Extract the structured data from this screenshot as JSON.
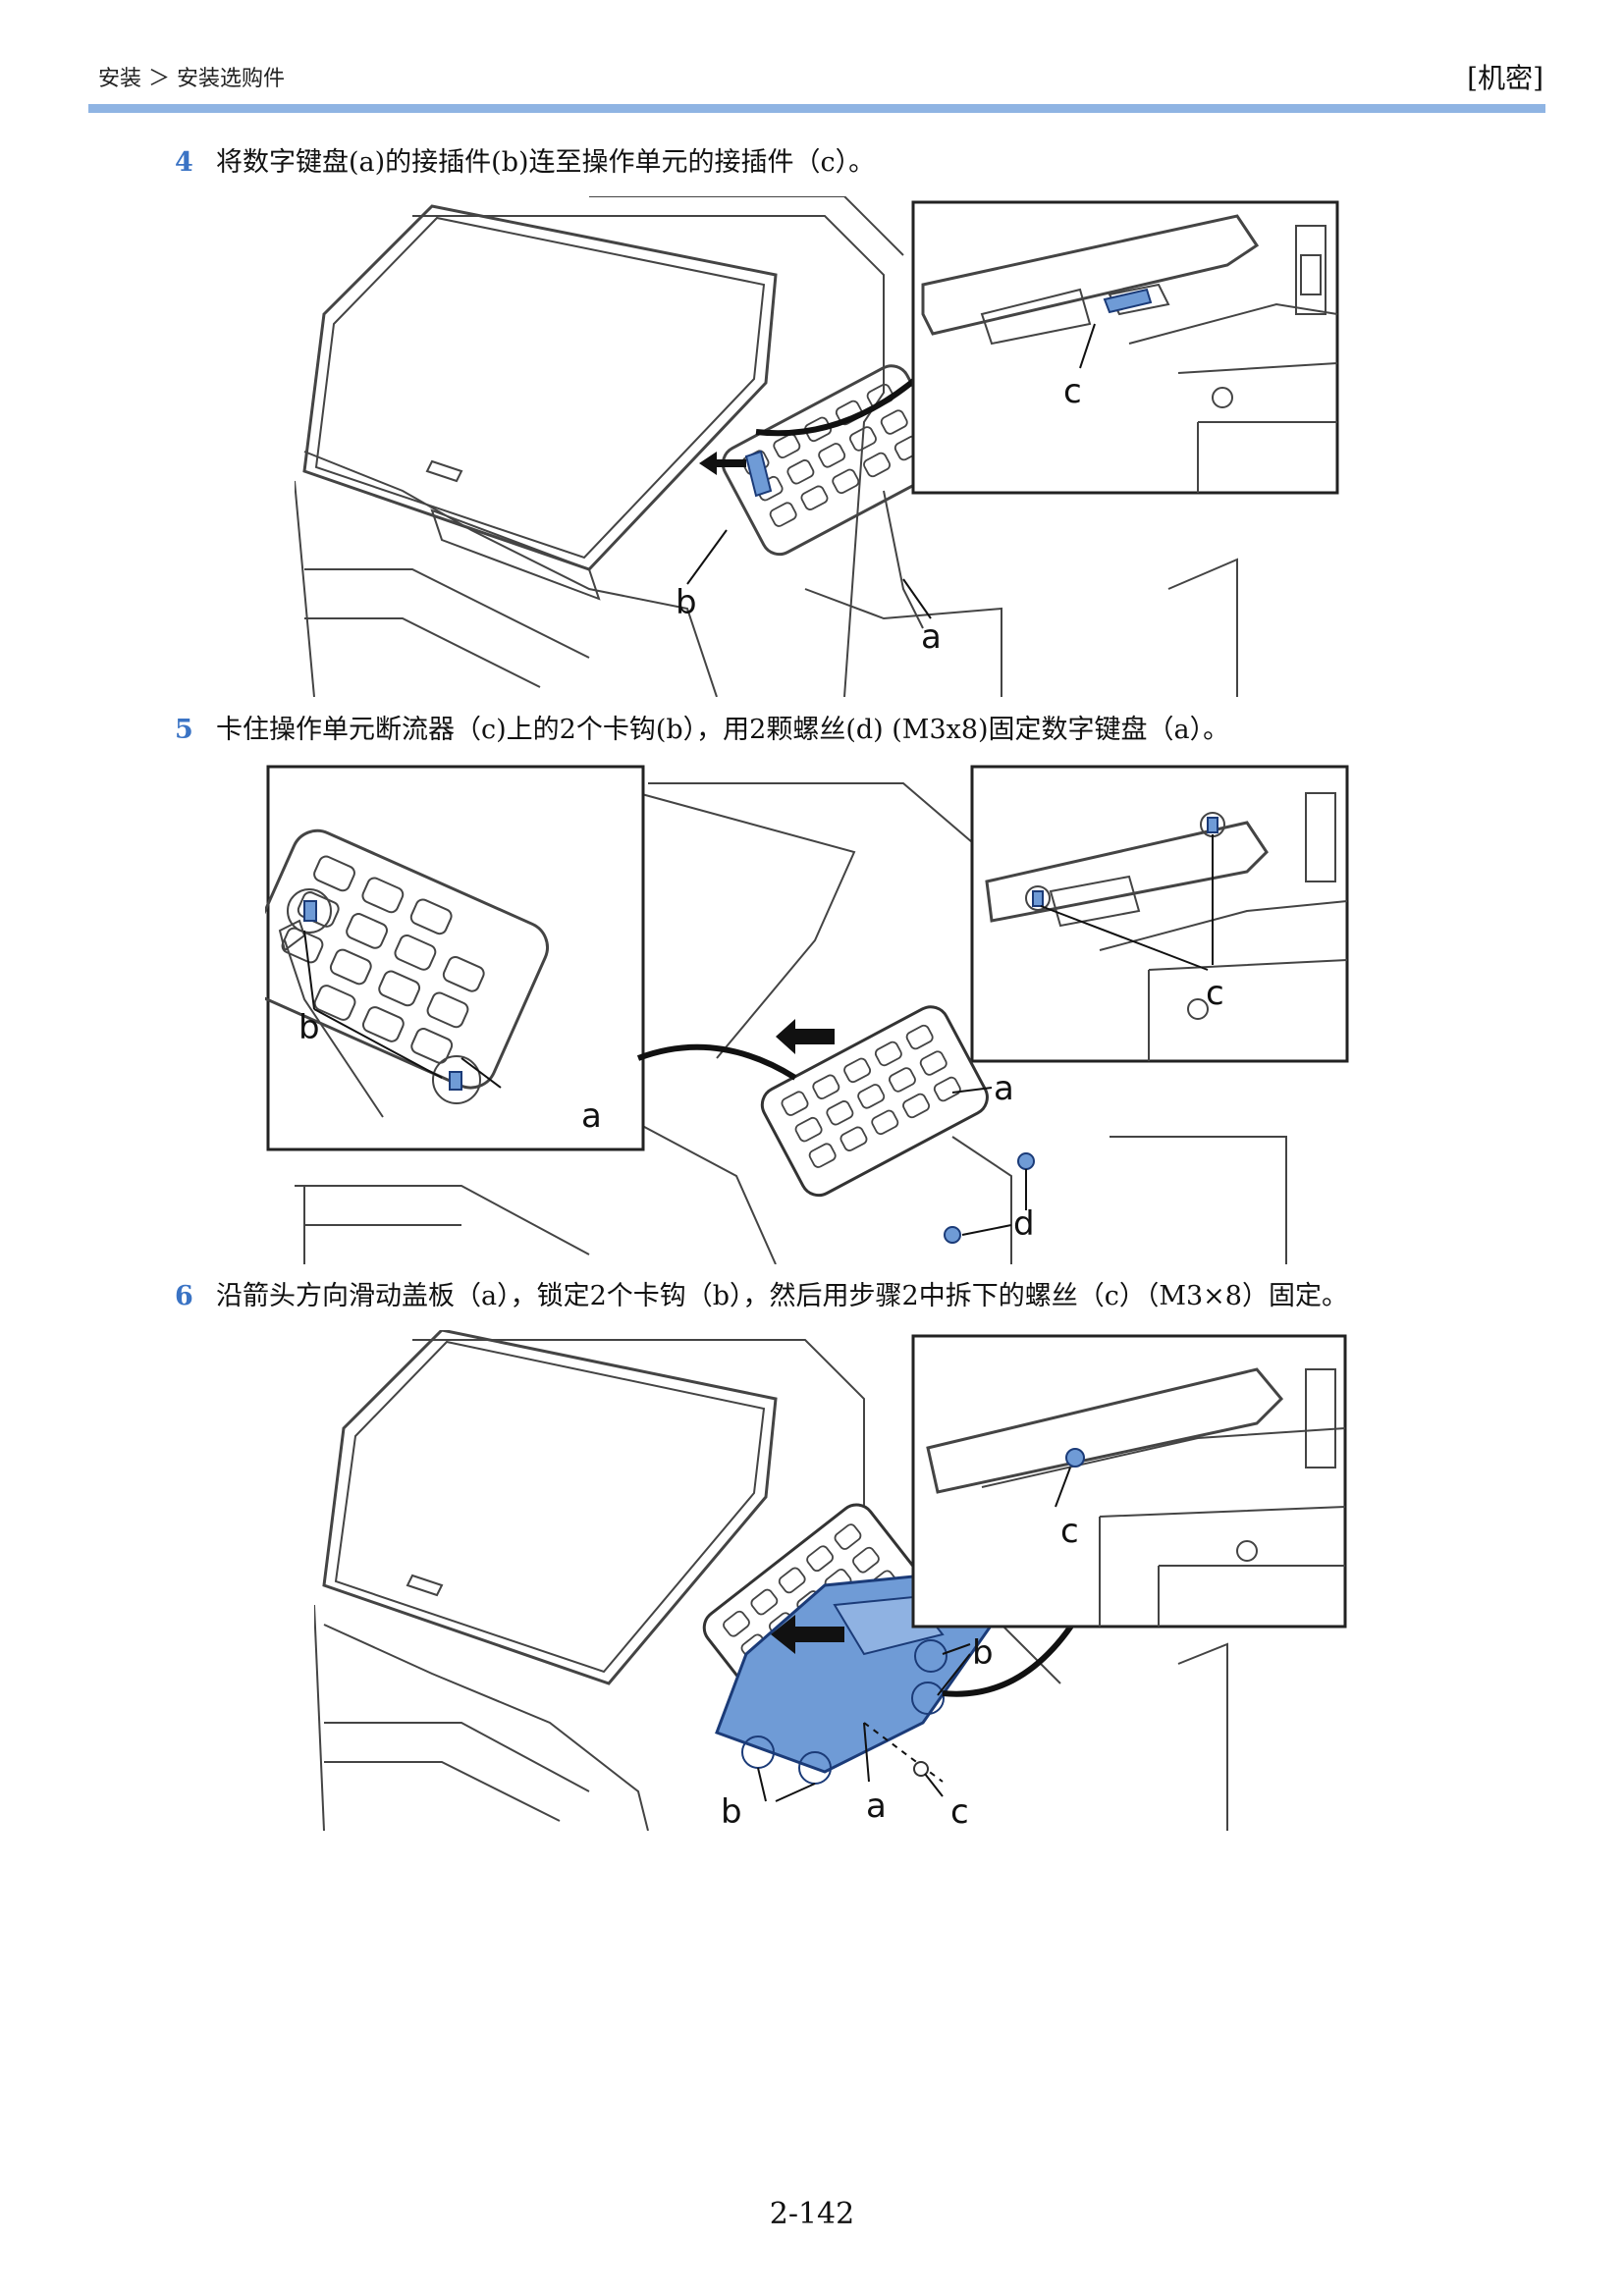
{
  "header": {
    "breadcrumb": "安装 ＞ 安装选购件",
    "classification": "[机密]"
  },
  "steps": [
    {
      "number": "4",
      "text": "将数字键盘(a)的接插件(b)连至操作单元的接插件（c）。"
    },
    {
      "number": "5",
      "text": "卡住操作单元断流器（c)上的2个卡钩(b），用2颗螺丝(d) (M3x8)固定数字键盘（a）。"
    },
    {
      "number": "6",
      "text": "沿箭头方向滑动盖板（a），锁定2个卡钩（b），然后用步骤2中拆下的螺丝（c）（M3×8）固定。"
    }
  ],
  "figures": {
    "fig1": {
      "labels": {
        "a": "a",
        "b": "b",
        "c": "c"
      }
    },
    "fig2": {
      "labels": {
        "a_inset": "a",
        "b": "b",
        "a": "a",
        "c": "c",
        "d": "d"
      }
    },
    "fig3": {
      "labels": {
        "c_inset": "c",
        "b_top": "b",
        "b_bottom": "b",
        "a": "a",
        "c": "c"
      }
    }
  },
  "footer": {
    "page_number": "2-142"
  },
  "colors": {
    "rule": "#8fb4e3",
    "step_number": "#3a73c4",
    "highlight_blue": "#6f9bd6"
  }
}
